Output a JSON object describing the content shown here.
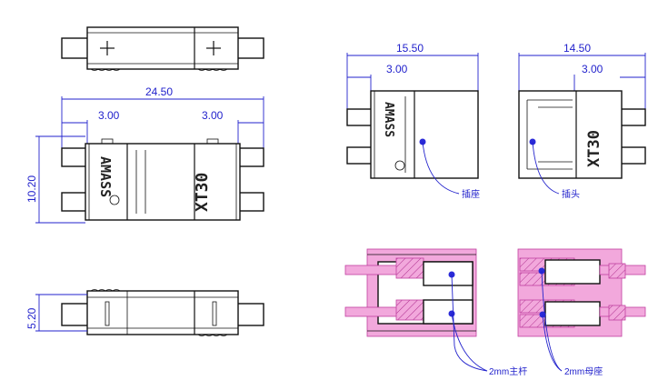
{
  "dimensions": {
    "top_width": "24.50",
    "top_left_offset": "3.00",
    "top_right_offset": "3.00",
    "front_height": "10.20",
    "bottom_height": "5.20",
    "socket_width": "15.50",
    "socket_offset": "3.00",
    "plug_width": "14.50",
    "plug_offset": "3.00"
  },
  "markings": {
    "brand": "AMASS",
    "model": "XT30"
  },
  "labels": {
    "socket": "插座",
    "plug": "插头",
    "pin": "2mm主杆",
    "receptacle": "2mm母座"
  },
  "colors": {
    "dimension": "#2222cc",
    "section_fill": "#f2a8dc"
  }
}
